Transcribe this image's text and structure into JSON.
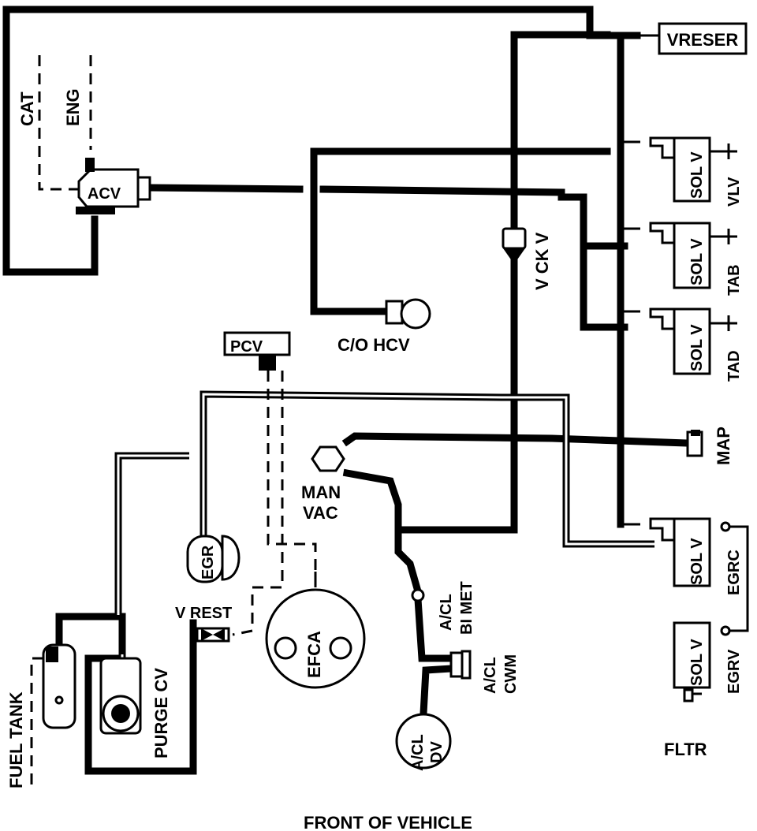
{
  "diagram": {
    "caption": "FRONT OF VEHICLE",
    "components": {
      "vreser": "VRESER",
      "cat": "CAT",
      "eng": "ENG",
      "acv": "ACV",
      "sol_v": "SOL V",
      "vlv": "VLV",
      "tab": "TAB",
      "tad": "TAD",
      "vckv": "V CK V",
      "co_hcv": "C/O HCV",
      "pcv": "PCV",
      "map": "MAP",
      "man": "MAN",
      "vac": "VAC",
      "egr": "EGR",
      "egrc": "EGRC",
      "egrv": "EGRV",
      "acl": "A/CL",
      "bimet": "BI MET",
      "cwm": "CWM",
      "dv": "DV",
      "vrest": "V REST",
      "efca": "EFCA",
      "fuel_tank": "FUEL TANK",
      "purge_cv": "PURGE CV",
      "fltr": "FLTR"
    }
  }
}
